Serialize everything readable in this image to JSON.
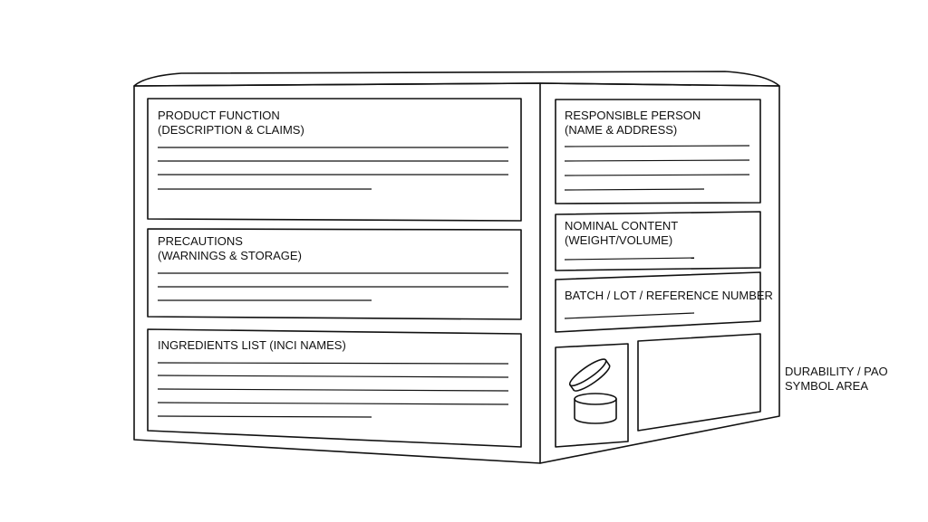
{
  "front_panels": [
    {
      "title_line1": "PRODUCT FUNCTION",
      "title_line2": "(DESCRIPTION & CLAIMS)"
    },
    {
      "title_line1": "PRECAUTIONS",
      "title_line2": "(WARNINGS & STORAGE)"
    },
    {
      "title_line1": "INGREDIENTS LIST (INCI NAMES)",
      "title_line2": ""
    }
  ],
  "side_panels": [
    {
      "title_line1": "RESPONSIBLE PERSON",
      "title_line2": "(NAME & ADDRESS)"
    },
    {
      "title_line1": "NOMINAL CONTENT",
      "title_line2": "(WEIGHT/VOLUME)"
    },
    {
      "title_line1": "BATCH / LOT / REFERENCE NUMBER",
      "title_line2": ""
    }
  ],
  "symbol_area": {
    "label_line1": "DURABILITY / PAO",
    "label_line2": "SYMBOL AREA",
    "icon": "open-jar-icon"
  }
}
